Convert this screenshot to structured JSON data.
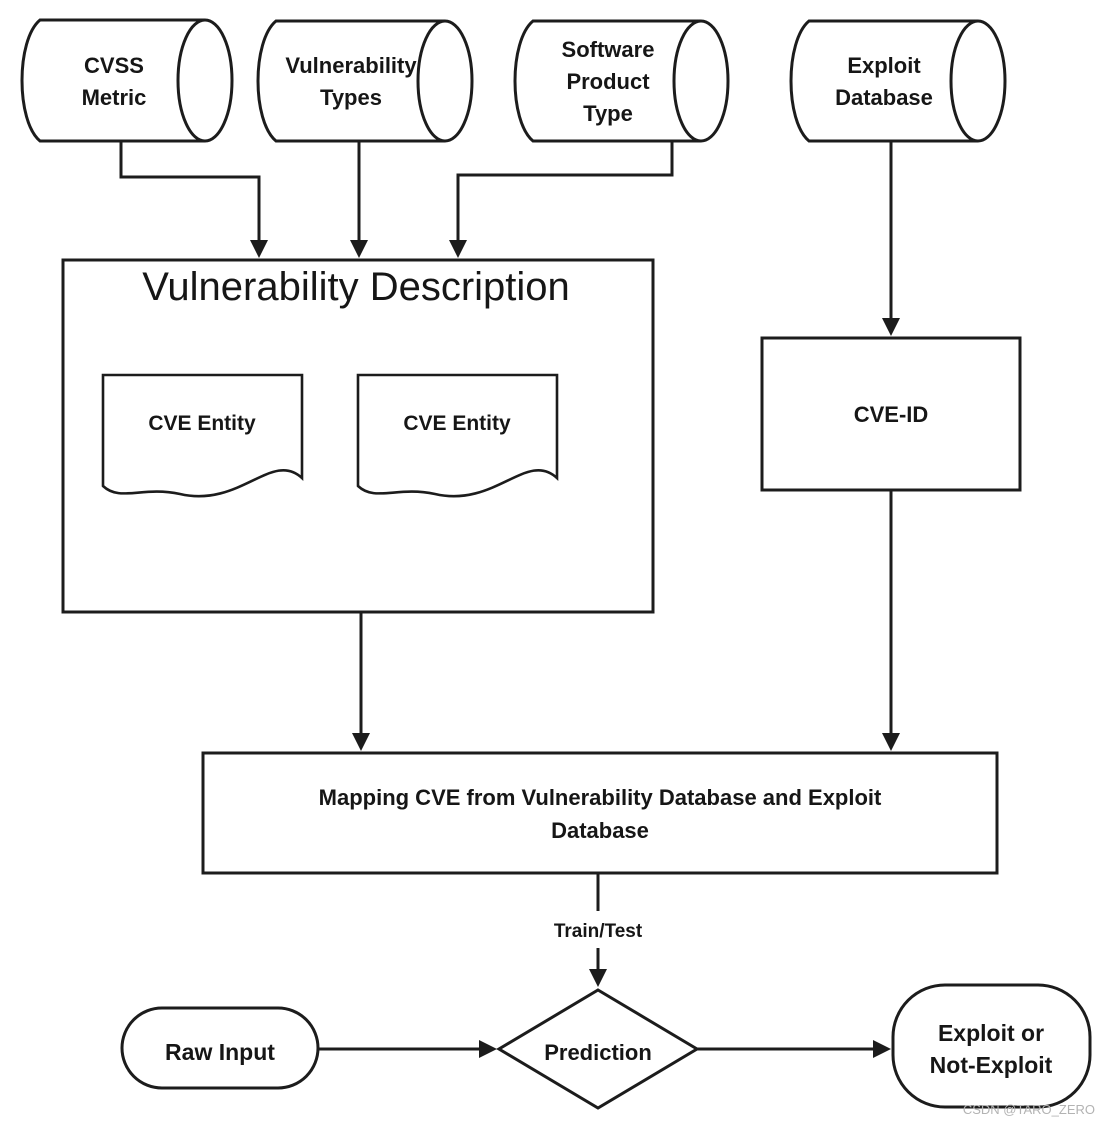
{
  "diagram": {
    "type": "flowchart",
    "nodes": {
      "cvss_metric": {
        "shape": "cylinder",
        "lines": [
          "CVSS",
          "Metric"
        ]
      },
      "vulnerability_types": {
        "shape": "cylinder",
        "lines": [
          "Vulnerability",
          "Types"
        ]
      },
      "software_product_type": {
        "shape": "cylinder",
        "lines": [
          "Software",
          "Product",
          "Type"
        ]
      },
      "exploit_database": {
        "shape": "cylinder",
        "lines": [
          "Exploit",
          "Database"
        ]
      },
      "vulnerability_description": {
        "shape": "container-box",
        "title": "Vulnerability Description"
      },
      "cve_entity_1": {
        "shape": "document",
        "label": "CVE Entity"
      },
      "cve_entity_2": {
        "shape": "document",
        "label": "CVE Entity"
      },
      "cve_id": {
        "shape": "box",
        "label": "CVE-ID"
      },
      "mapping": {
        "shape": "box",
        "lines": [
          "Mapping CVE from Vulnerability Database and Exploit",
          "Database"
        ]
      },
      "prediction": {
        "shape": "diamond",
        "label": "Prediction"
      },
      "raw_input": {
        "shape": "terminator",
        "label": "Raw Input"
      },
      "exploit_or_not": {
        "shape": "terminator",
        "lines": [
          "Exploit or",
          "Not-Exploit"
        ]
      }
    },
    "edges": {
      "train_test_label": "Train/Test",
      "connections": [
        "cvss_metric -> vulnerability_description",
        "vulnerability_types -> vulnerability_description",
        "software_product_type -> vulnerability_description",
        "exploit_database -> cve_id",
        "vulnerability_description -> mapping",
        "cve_id -> mapping",
        "mapping -> prediction (Train/Test)",
        "raw_input -> prediction",
        "prediction -> exploit_or_not"
      ]
    },
    "colors": {
      "stroke": "#1c1c1c",
      "background": "#ffffff",
      "watermark": "#b3b3b3"
    }
  },
  "watermark": {
    "text": "CSDN @TARO_ZERO"
  }
}
